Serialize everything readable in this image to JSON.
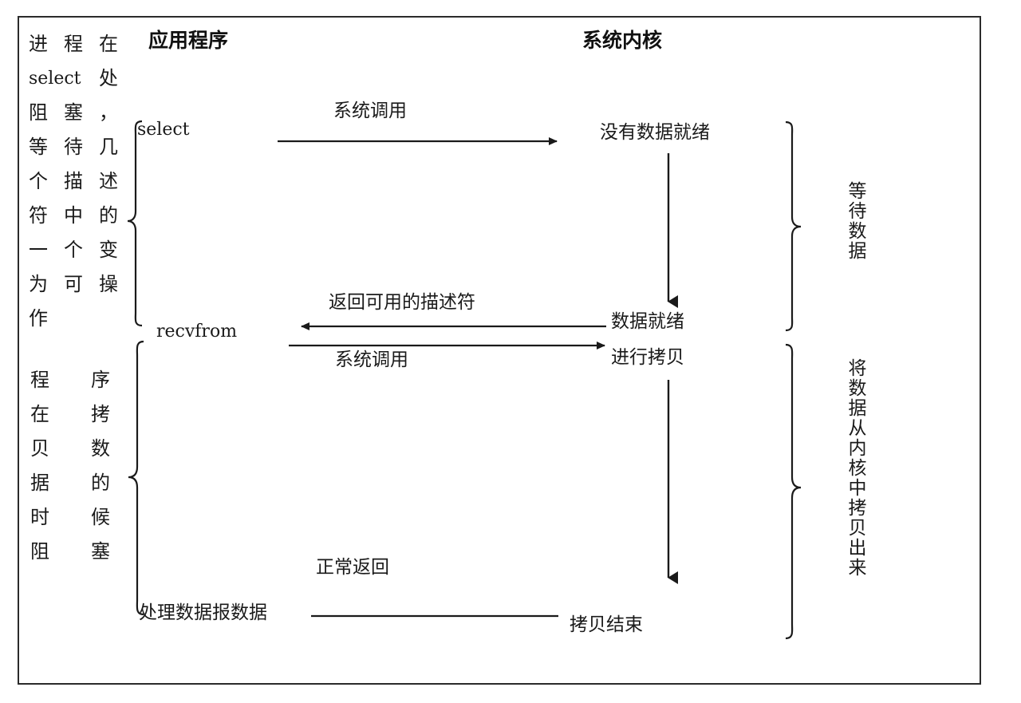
{
  "diagram": {
    "title": "IO multiplexing (select) blocking model",
    "frame_color": "#2b2b2b",
    "line_color": "#1a1a1a"
  },
  "headers": {
    "application": "应用程序",
    "kernel": "系统内核"
  },
  "left_notes": [
    {
      "id": "select-block-note",
      "text": "进程在select处阻塞，等待几个描述符中的一个变为可操作",
      "lines": [
        [
          "进",
          "程",
          "在"
        ],
        [
          "select",
          "处"
        ],
        [
          "阻",
          "塞",
          "，"
        ],
        [
          "等",
          "待",
          "几"
        ],
        [
          "个",
          "描",
          "述"
        ],
        [
          "符",
          "中",
          "的"
        ],
        [
          "一",
          "个",
          "变"
        ],
        [
          "为",
          "可",
          "操"
        ],
        [
          "作"
        ]
      ]
    },
    {
      "id": "copy-block-note",
      "text": "程序在拷贝数据的时候阻塞",
      "lines": [
        [
          "程",
          "序"
        ],
        [
          "在",
          "拷"
        ],
        [
          "贝",
          "数"
        ],
        [
          "据",
          "的"
        ],
        [
          "时",
          "候"
        ],
        [
          "阻",
          "塞"
        ]
      ]
    }
  ],
  "app_calls": {
    "select": "select",
    "recvfrom": "recvfrom",
    "process_datagram": "处理数据报数据"
  },
  "arrows": [
    {
      "id": "syscall-select",
      "label": "系统调用",
      "direction": "right"
    },
    {
      "id": "return-fds",
      "label": "返回可用的描述符",
      "direction": "left"
    },
    {
      "id": "syscall-recvfrom",
      "label": "系统调用",
      "direction": "right"
    },
    {
      "id": "normal-return",
      "label": "正常返回",
      "direction": "none"
    }
  ],
  "kernel_states": {
    "no_data_ready": "没有数据就绪",
    "data_ready": "数据就绪",
    "do_copy": "进行拷贝",
    "copy_done": "拷贝结束"
  },
  "phase_labels": {
    "wait_data": "等待数据",
    "copy_from_kernel": "将数据从内核中拷贝出来"
  }
}
